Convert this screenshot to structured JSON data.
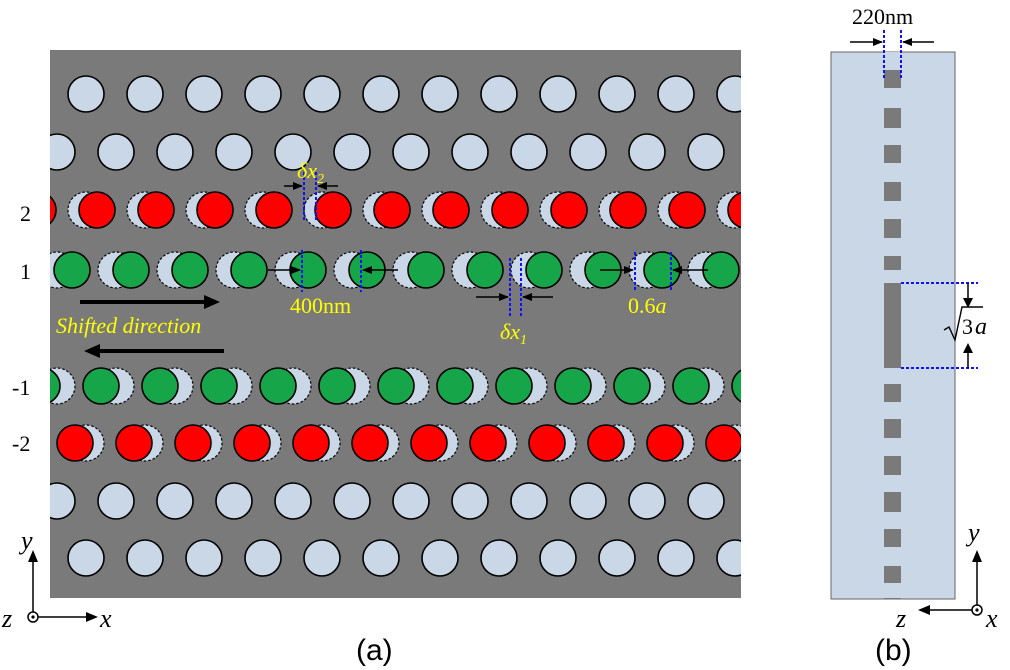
{
  "colors": {
    "slab": "#7a7a7a",
    "hole": "#c9d7e7",
    "red": "#ff0000",
    "green": "#17a54a",
    "annotation": "#ffff00",
    "guide": "#1010ff",
    "side_slab": "#c9d7e7",
    "side_core": "#7a7a7a"
  },
  "panel_a": {
    "caption": "(a)",
    "row_labels": {
      "r2": "2",
      "r1": "1",
      "rm1": "-1",
      "rm2": "-2"
    },
    "delta_x2": "δx",
    "delta_x2_sub": "2",
    "delta_x1": "δx",
    "delta_x1_sub": "1",
    "label_400": "400nm",
    "label_06a_num": "0.6",
    "label_06a_var": "a",
    "shifted_direction": "Shifted direction",
    "axes": {
      "y": "y",
      "x": "x",
      "z": "z"
    }
  },
  "panel_b": {
    "caption": "(b)",
    "thickness": "220nm",
    "period_sqrt": "3",
    "period_var": "a",
    "axes": {
      "y": "y",
      "x": "x",
      "z": "z"
    }
  }
}
